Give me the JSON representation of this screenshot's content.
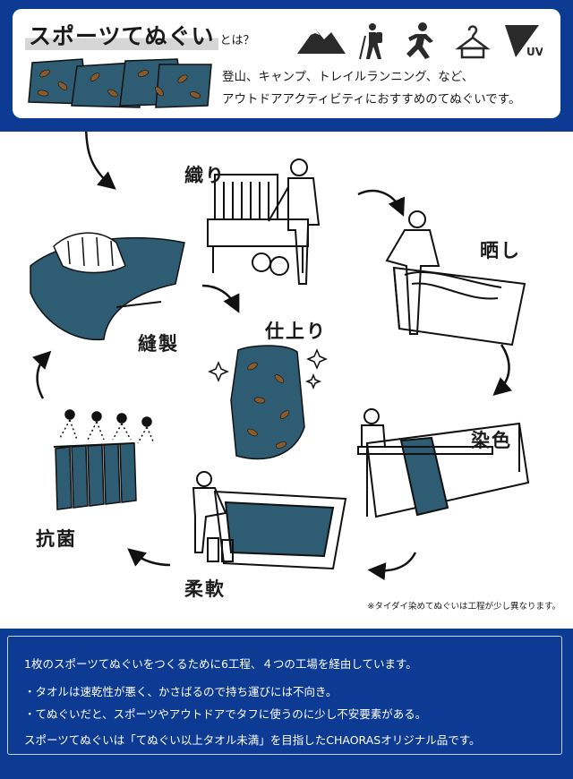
{
  "header": {
    "title": "スポーツてぬぐい",
    "title_suffix": "とは？",
    "activities": [
      "登山、キャンプ、トレイルランニング、など、",
      "アウトドアアクティビティにおすすめのてぬぐいです。"
    ],
    "icons": [
      "mountain-icon",
      "hiker-icon",
      "runner-icon",
      "hanger-icon",
      "uv-icon"
    ],
    "uv_label": "UV"
  },
  "process": {
    "steps": {
      "weaving": "織り",
      "bleaching": "晒し",
      "dyeing": "染色",
      "softening": "柔軟",
      "antibacterial": "抗菌",
      "sewing": "縫製",
      "finishing": "仕上り"
    },
    "note": "※タイダイ染めてぬぐいは工程が少し異なります。"
  },
  "info": {
    "lines": [
      "1枚のスポーツてぬぐいをつくるために6工程、４つの工場を経由しています。",
      "・タオルは速乾性が悪く、かさばるので持ち運びには不向き。",
      "・てぬぐいだと、スポーツやアウトドアでタフに使うのに少し不安要素がある。",
      "スポーツてぬぐいは「てぬぐい以上タオル未満」を目指したCHAORASオリジナル品です。"
    ]
  },
  "colors": {
    "brand_blue": "#0d3b94",
    "towel_teal": "#2d5c73",
    "leaf_brown": "#8a5a2b"
  }
}
